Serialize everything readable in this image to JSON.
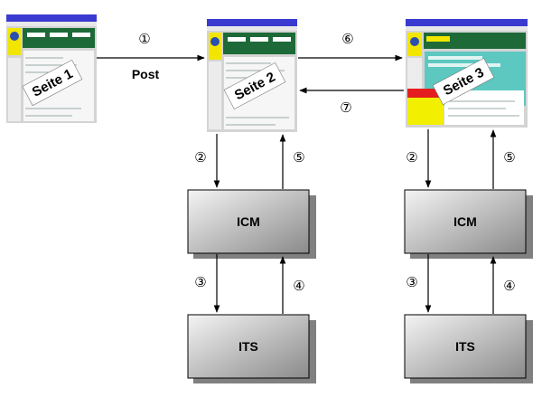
{
  "pages": [
    {
      "label": "Seite 1"
    },
    {
      "label": "Seite 2"
    },
    {
      "label": "Seite 3"
    }
  ],
  "systems": [
    {
      "label": "ICM"
    },
    {
      "label": "ITS"
    },
    {
      "label": "ICM"
    },
    {
      "label": "ITS"
    }
  ],
  "flows": {
    "post_label": "Post",
    "steps": [
      "①",
      "②",
      "③",
      "④",
      "⑤",
      "⑥",
      "⑦"
    ]
  },
  "colors": {
    "screenshot_bg": "#c8c8c8",
    "screenshot_header": "#1f6e3c",
    "screenshot_accent": "#f0e000",
    "box_gradient_start": "#f2f2f2",
    "box_gradient_end": "#8c8c8c",
    "shadow": "#808080"
  }
}
